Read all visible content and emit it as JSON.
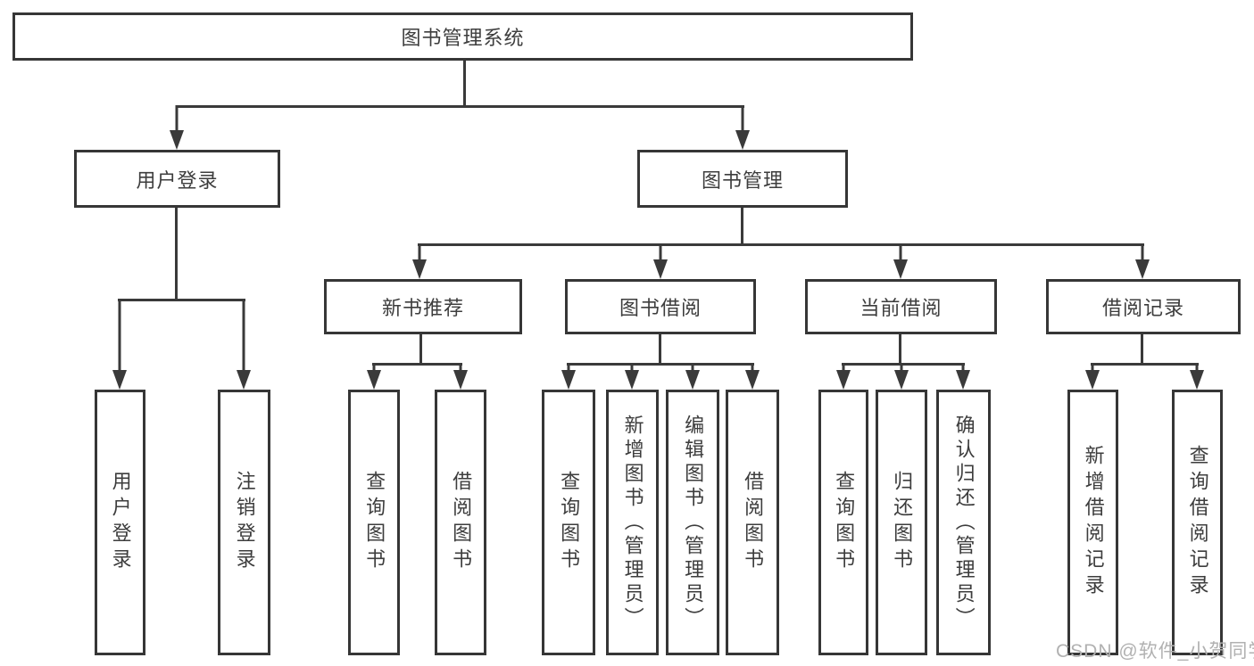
{
  "diagram": {
    "type": "tree",
    "root": {
      "label": "图书管理系统"
    },
    "level2": [
      {
        "label": "用户登录"
      },
      {
        "label": "图书管理"
      }
    ],
    "level3": [
      {
        "label": "新书推荐",
        "parent": "图书管理"
      },
      {
        "label": "图书借阅",
        "parent": "图书管理"
      },
      {
        "label": "当前借阅",
        "parent": "图书管理"
      },
      {
        "label": "借阅记录",
        "parent": "图书管理"
      }
    ],
    "leaves": [
      {
        "label": "用户登录",
        "parent": "用户登录"
      },
      {
        "label": "注销登录",
        "parent": "用户登录"
      },
      {
        "label": "查询图书",
        "parent": "新书推荐"
      },
      {
        "label": "借阅图书",
        "parent": "新书推荐"
      },
      {
        "label": "查询图书",
        "parent": "图书借阅"
      },
      {
        "label": "新增图书（管理员）",
        "parent": "图书借阅"
      },
      {
        "label": "编辑图书（管理员）",
        "parent": "图书借阅"
      },
      {
        "label": "借阅图书",
        "parent": "图书借阅"
      },
      {
        "label": "查询图书",
        "parent": "当前借阅"
      },
      {
        "label": "归还图书",
        "parent": "当前借阅"
      },
      {
        "label": "确认归还（管理员）",
        "parent": "当前借阅"
      },
      {
        "label": "新增借阅记录",
        "parent": "借阅记录"
      },
      {
        "label": "查询借阅记录",
        "parent": "借阅记录"
      }
    ]
  },
  "watermark": {
    "text": "CSDN @软件_小贺同学"
  },
  "colors": {
    "line": "#3a3a3a",
    "border": "#363636",
    "text": "#3d3d3d",
    "background": "#ffffff",
    "watermark": "#b1b1b1"
  }
}
